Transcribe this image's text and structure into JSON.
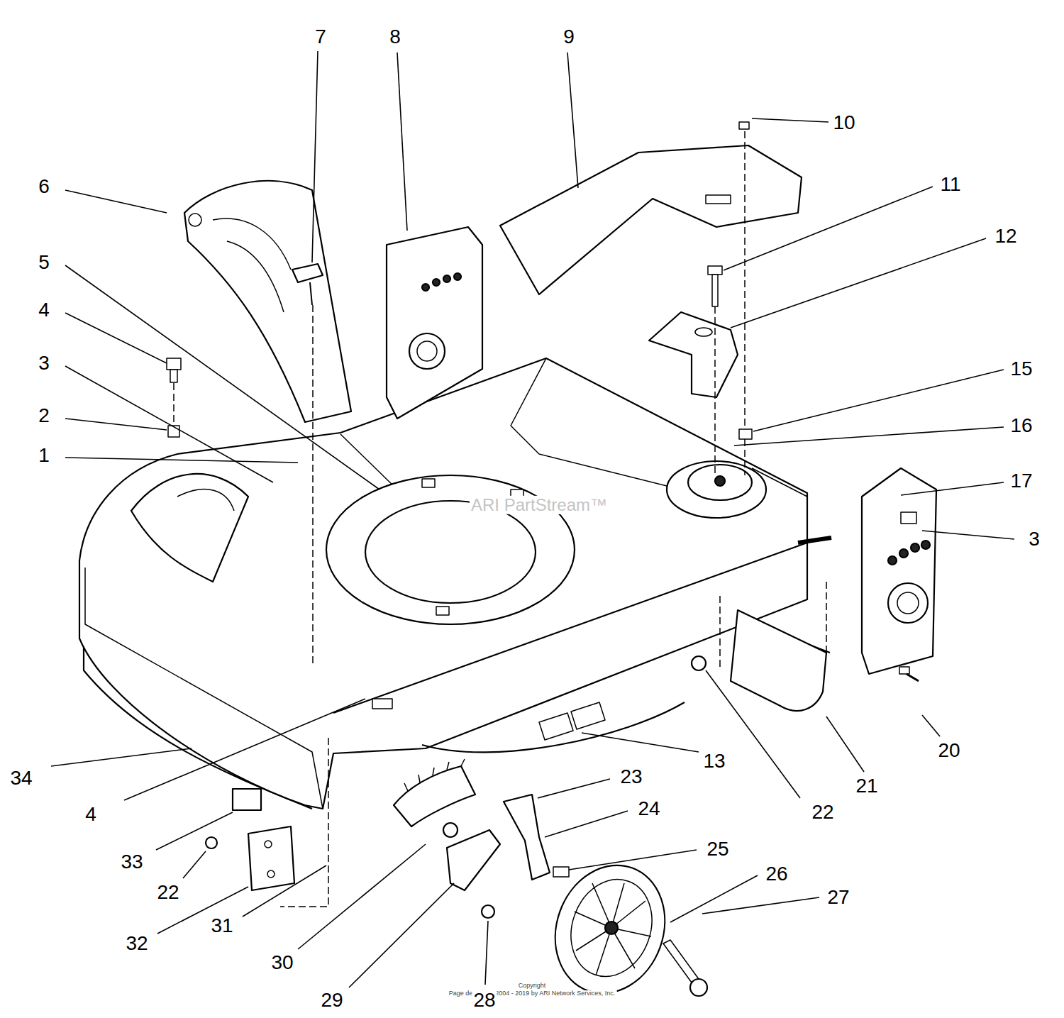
{
  "diagram": {
    "labels": [
      "7",
      "8",
      "9",
      "10",
      "6",
      "11",
      "12",
      "5",
      "4",
      "3",
      "15",
      "2",
      "16",
      "1",
      "17",
      "ARI PartStream™",
      "3",
      "20",
      "13",
      "34",
      "23",
      "21",
      "22",
      "24",
      "4",
      "25",
      "33",
      "26",
      "22",
      "27",
      "31",
      "32",
      "30",
      "Copyright",
      "Page design (c) 2004 - 2019 by ARI Network Services, Inc.",
      "29",
      "28"
    ]
  }
}
